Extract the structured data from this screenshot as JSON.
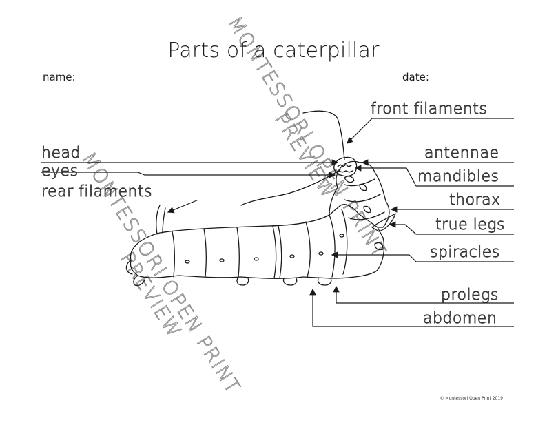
{
  "worksheet": {
    "title": "Parts of a caterpillar",
    "name_label": "name:",
    "date_label": "date:",
    "copyright": "© Montessori Open Print 2019"
  },
  "labels": {
    "front_filaments": "front filaments",
    "head": "head",
    "antennae": "antennae",
    "eyes": "eyes",
    "mandibles": "mandibles",
    "rear_filaments": "rear filaments",
    "thorax": "thorax",
    "true_legs": "true legs",
    "spiracles": "spiracles",
    "prolegs": "prolegs",
    "abdomen": "abdomen"
  },
  "watermark": {
    "text_1": "MONTESSORI OPEN PRINT",
    "text_2": "PREVIEW"
  },
  "colors": {
    "ink": "#1a1a1a",
    "watermark": "#777777"
  }
}
